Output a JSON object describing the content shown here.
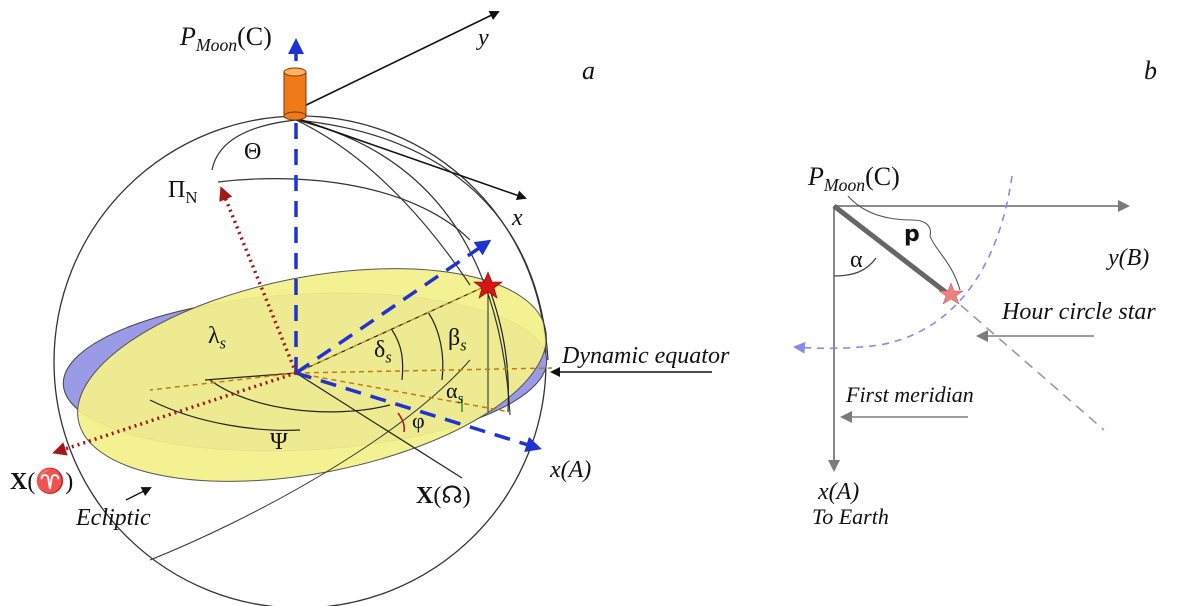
{
  "panels": {
    "a": "a",
    "b": "b"
  },
  "panel_a": {
    "pole": {
      "main": "P",
      "sub": "Moon",
      "suffix": "(C)"
    },
    "y_axis": "y",
    "x_axis_upper": "x",
    "theta": "Θ",
    "pi_n": {
      "main": "Π",
      "sub": "N"
    },
    "lambda": {
      "main": "λ",
      "sub": "s"
    },
    "delta": {
      "main": "δ",
      "sub": "s"
    },
    "beta": {
      "main": "β",
      "sub": "s"
    },
    "alpha": {
      "main": "α",
      "sub": "s"
    },
    "phi": "φ",
    "psi": "Ψ",
    "dynamic_equator": "Dynamic equator",
    "x_a": "x(A)",
    "aries": {
      "bold": "X",
      "rest": "(♈)"
    },
    "node": {
      "bold": "X",
      "rest": "(☊)"
    },
    "ecliptic": "Ecliptic"
  },
  "panel_b": {
    "pole": {
      "main": "P",
      "sub": "Moon",
      "suffix": "(C)"
    },
    "rho": "p",
    "y_b": "y(B)",
    "alpha": "α",
    "hour_circle_star": "Hour circle star",
    "first_meridian": "First meridian",
    "x_a": "x(A)",
    "to_earth": "To Earth"
  },
  "colors": {
    "ecliptic_fill": "#f3f08a",
    "equator_fill": "#9a9ae6",
    "blue_axis": "#1f33d1",
    "red_dotted": "#a01818",
    "star": "#d81515",
    "cylinder": "#f07a1a",
    "gray_axis": "#7b7b7b"
  }
}
